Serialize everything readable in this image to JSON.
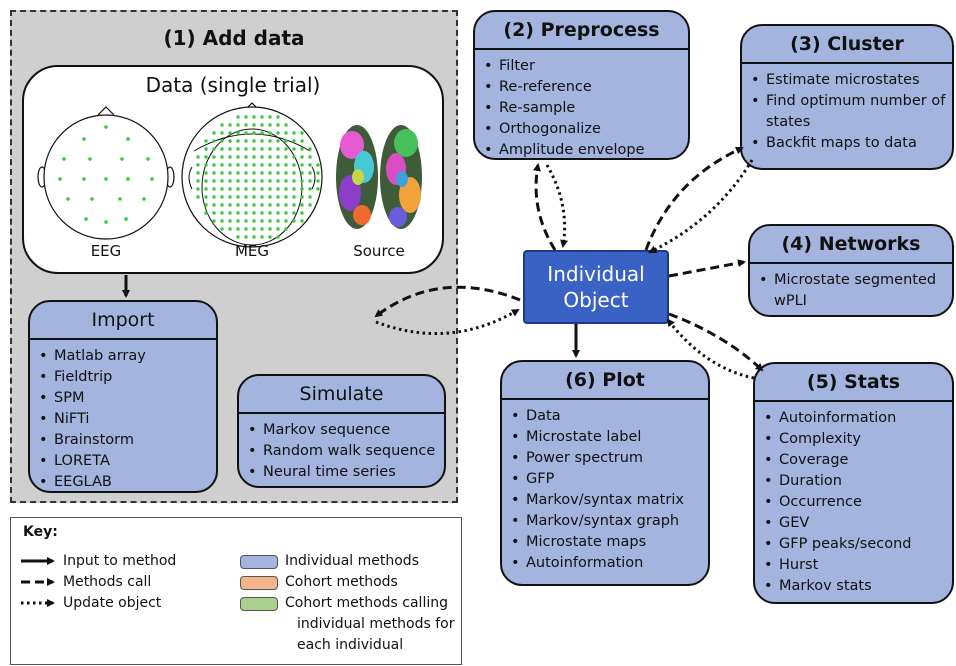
{
  "add_data": {
    "title": "(1) Add data",
    "data_panel": {
      "title": "Data (single trial)",
      "labels": [
        "EEG",
        "MEG",
        "Source"
      ]
    }
  },
  "import": {
    "title": "Import",
    "items": [
      "Matlab array",
      "Fieldtrip",
      "SPM",
      "NiFTi",
      "Brainstorm",
      "LORETA",
      "EEGLAB"
    ]
  },
  "simulate": {
    "title": "Simulate",
    "items": [
      "Markov sequence",
      "Random walk sequence",
      "Neural time series"
    ]
  },
  "preprocess": {
    "title": "(2) Preprocess",
    "items": [
      "Filter",
      "Re-reference",
      "Re-sample",
      "Orthogonalize",
      "Amplitude envelope"
    ]
  },
  "cluster": {
    "title": "(3) Cluster",
    "items": [
      "Estimate microstates",
      "Find optimum number of states",
      "Backfit maps to data"
    ]
  },
  "networks": {
    "title": "(4) Networks",
    "items": [
      "Microstate segmented wPLI"
    ]
  },
  "stats": {
    "title": "(5) Stats",
    "items": [
      "Autoinformation",
      "Complexity",
      "Coverage",
      "Duration",
      "Occurrence",
      "GEV",
      "GFP peaks/second",
      "Hurst",
      "Markov stats"
    ]
  },
  "plot": {
    "title": "(6) Plot",
    "items": [
      "Data",
      "Microstate label",
      "Power spectrum",
      "GFP",
      "Markov/syntax matrix",
      "Markov/syntax graph",
      "Microstate maps",
      "Autoinformation"
    ]
  },
  "individual_object": {
    "line1": "Individual",
    "line2": "Object"
  },
  "key": {
    "title": "Key:",
    "arrows": [
      "Input to method",
      "Methods call",
      "Update object"
    ],
    "legend": [
      {
        "label": "Individual methods",
        "color": "#a3b5de"
      },
      {
        "label": "Cohort methods",
        "color": "#f5b48a"
      },
      {
        "label": "Cohort methods calling",
        "color": "#a9d08e"
      }
    ],
    "continuation": [
      "individual methods for",
      "each individual"
    ]
  },
  "colors": {
    "individual_methods": "#a3b5de",
    "object_fill": "#3a62c4",
    "add_data_bg": "#cfcfcf",
    "sensor_green": "#33cc33"
  }
}
